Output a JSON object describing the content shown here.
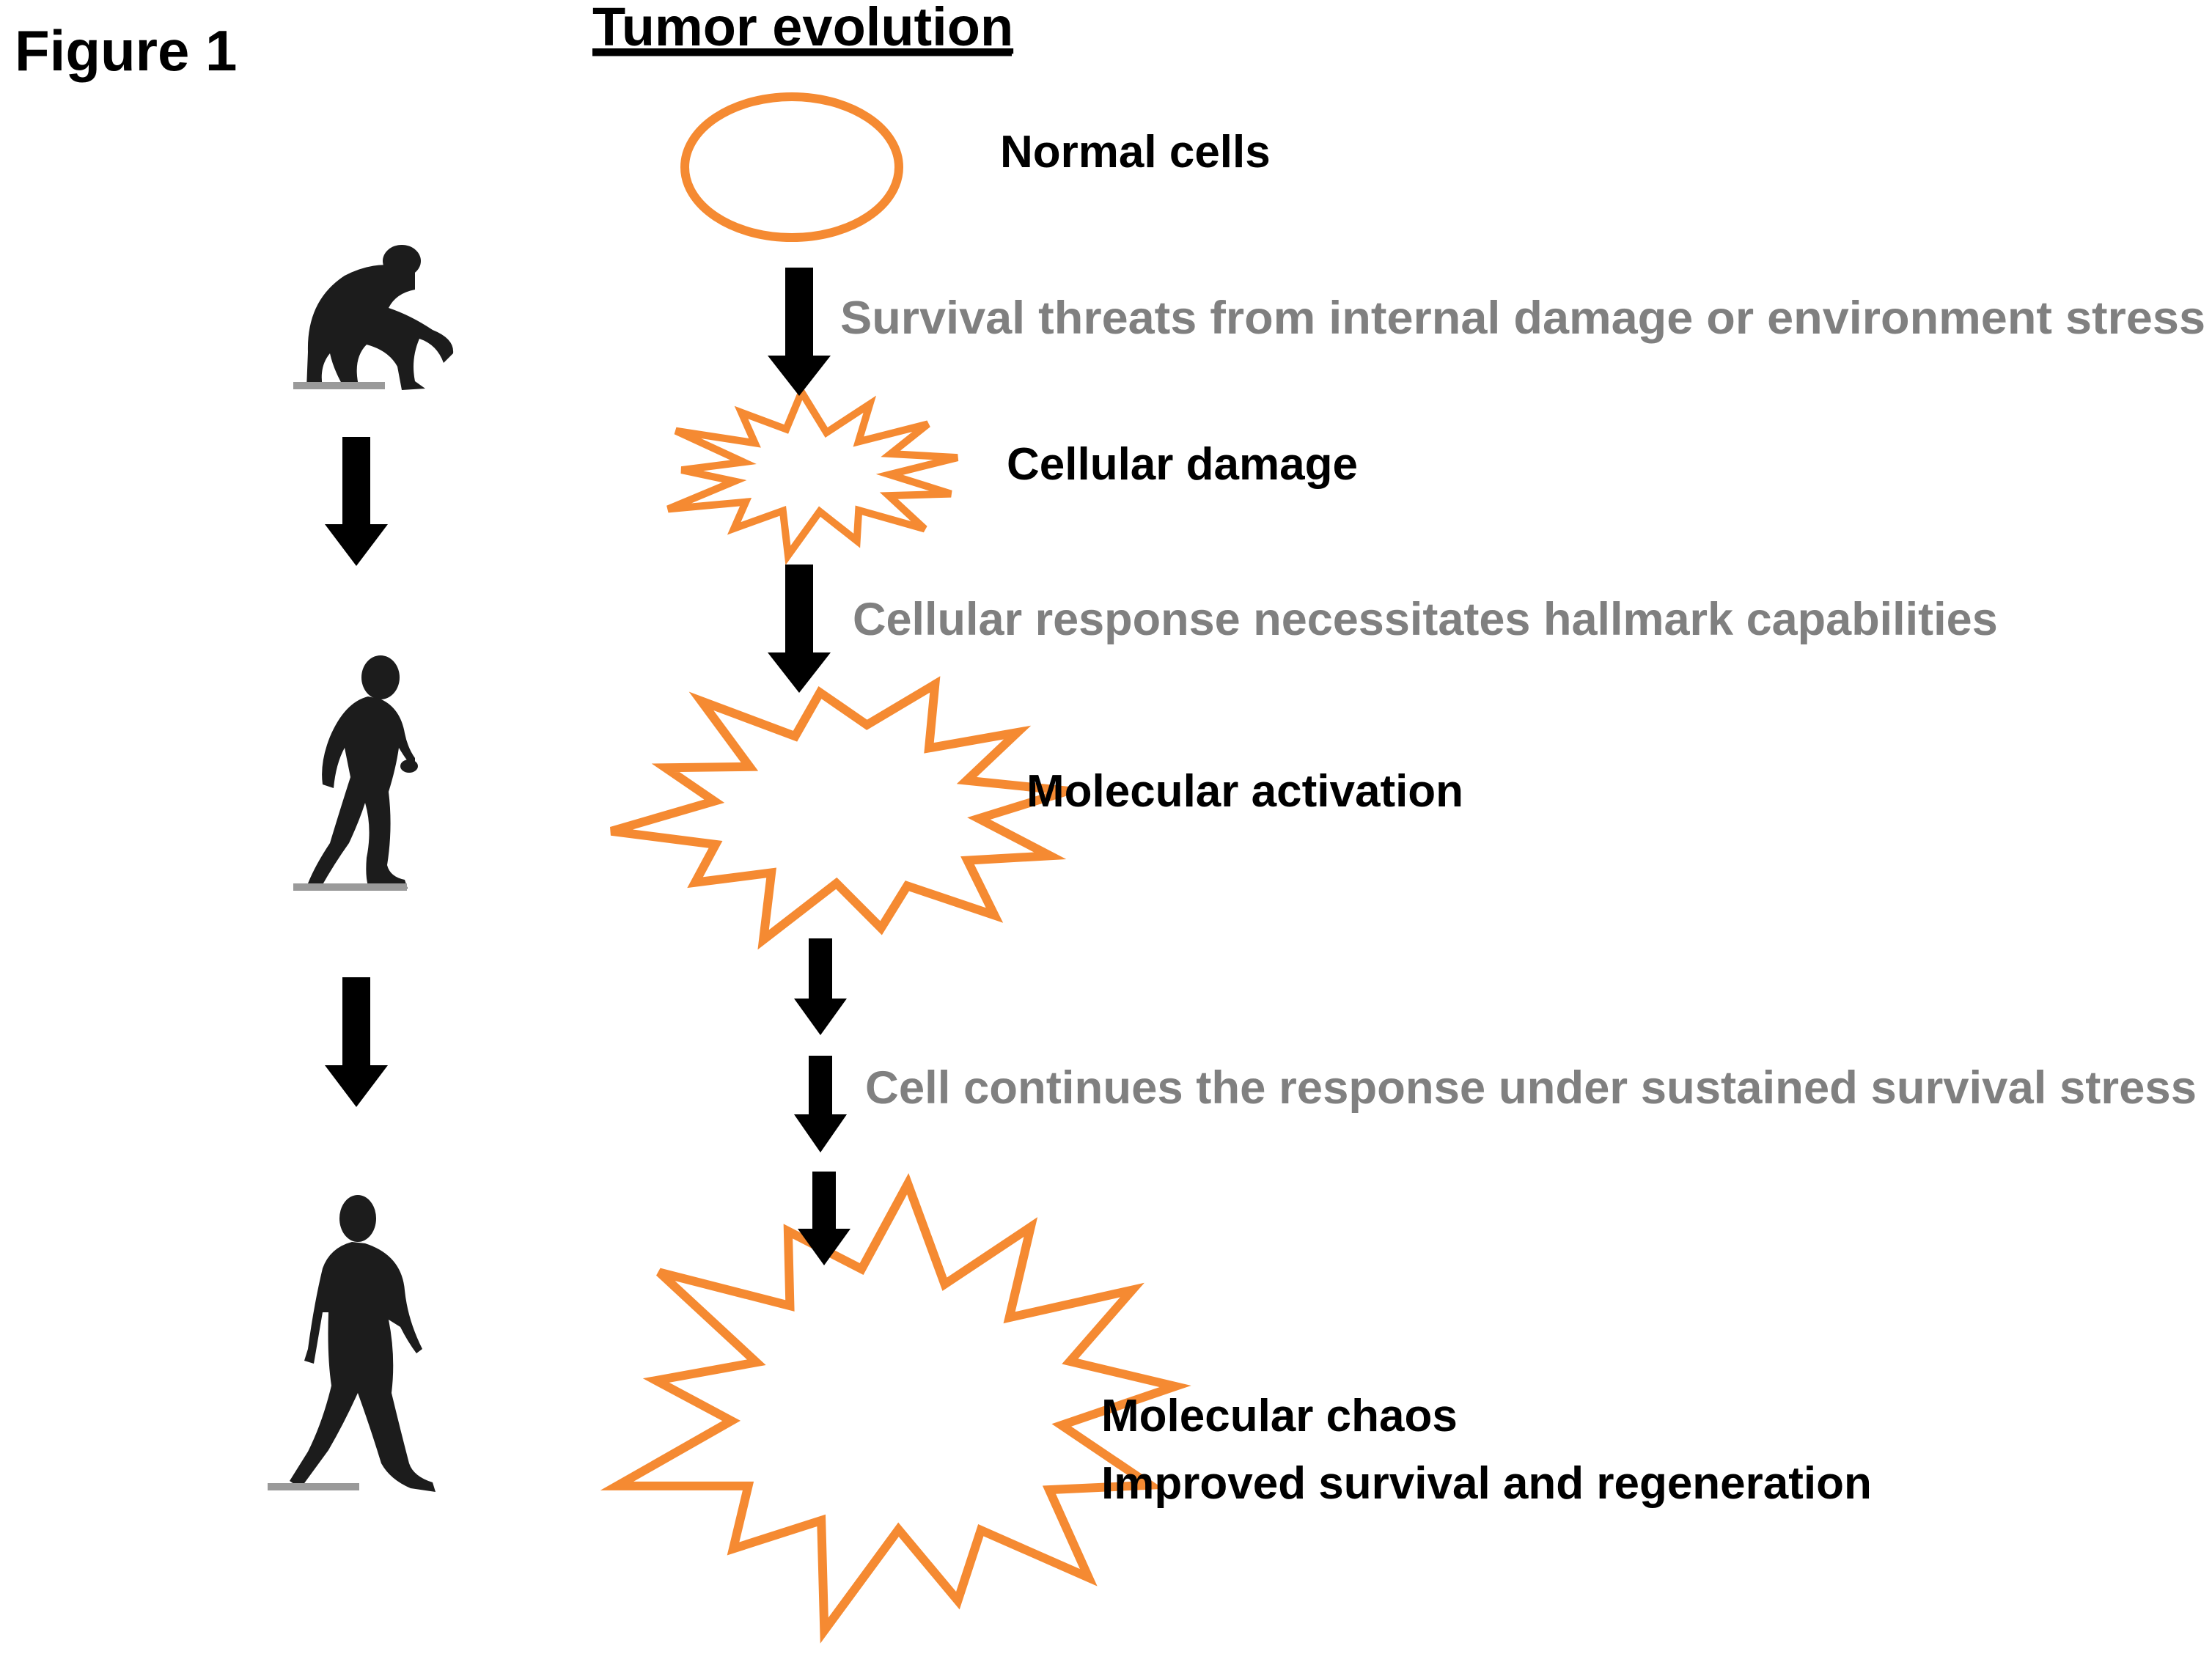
{
  "figure_label": "Figure 1",
  "title": "Tumor evolution",
  "colors": {
    "shape_outline": "#f58a32",
    "stage_text": "#000000",
    "transition_text": "#808080",
    "arrow": "#000000",
    "silhouette": "#1c1c1c",
    "ground": "#9a9a9a"
  },
  "stages": [
    {
      "label": "Normal cells",
      "shape": "oval"
    },
    {
      "label": "Cellular damage",
      "shape": "small-burst"
    },
    {
      "label": "Molecular activation",
      "shape": "medium-burst"
    },
    {
      "label": "Molecular chaos",
      "label_2": "Improved survival and regeneration",
      "shape": "large-burst"
    }
  ],
  "transitions": [
    {
      "label": "Survival threats from internal damage or environment stress"
    },
    {
      "label": "Cellular response necessitates hallmark capabilities"
    },
    {
      "label": "Cell continues the response under sustained survival stress"
    }
  ],
  "evolution_icons": [
    "chimpanzee-icon",
    "early-hominid-icon",
    "modern-human-icon"
  ]
}
